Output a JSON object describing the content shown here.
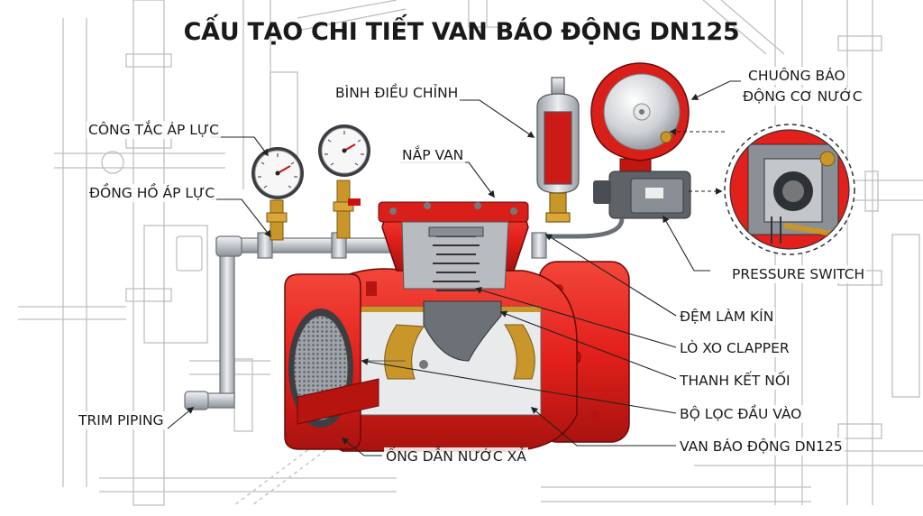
{
  "title": "CẤU TẠO CHI TIẾT VAN BÁO ĐỘNG DN125",
  "labels": {
    "pressure_switch_vn": "CÔNG TẮC ÁP LỰC",
    "pressure_gauge": "ĐỒNG HỒ ÁP LỰC",
    "trim_piping": "TRIM PIPING",
    "retard_chamber": "BÌNH ĐIỀU CHỈNH",
    "valve_cover": "NẮP VAN",
    "water_motor_gong_line1": "CHUÔNG BÁO",
    "water_motor_gong_line2": "ĐỘNG CƠ NƯỚC",
    "pressure_switch": "PRESSURE SWITCH",
    "seal": "ĐỆM LÀM KÍN",
    "clapper_spring": "LÒ XO CLAPPER",
    "connecting_rod": "THANH KẾT NỐI",
    "inlet_strainer": "BỘ LỌC ĐẦU VÀO",
    "alarm_valve": "VAN BÁO ĐỘNG DN125",
    "drain_pipe": "ỐNG DẪN NƯỚC XẢ"
  },
  "colors": {
    "valve_red": "#e3201b",
    "valve_dark_red": "#a8130f",
    "metal_grey": "#c9ccd0",
    "brass": "#c9962a",
    "line": "#222222"
  }
}
